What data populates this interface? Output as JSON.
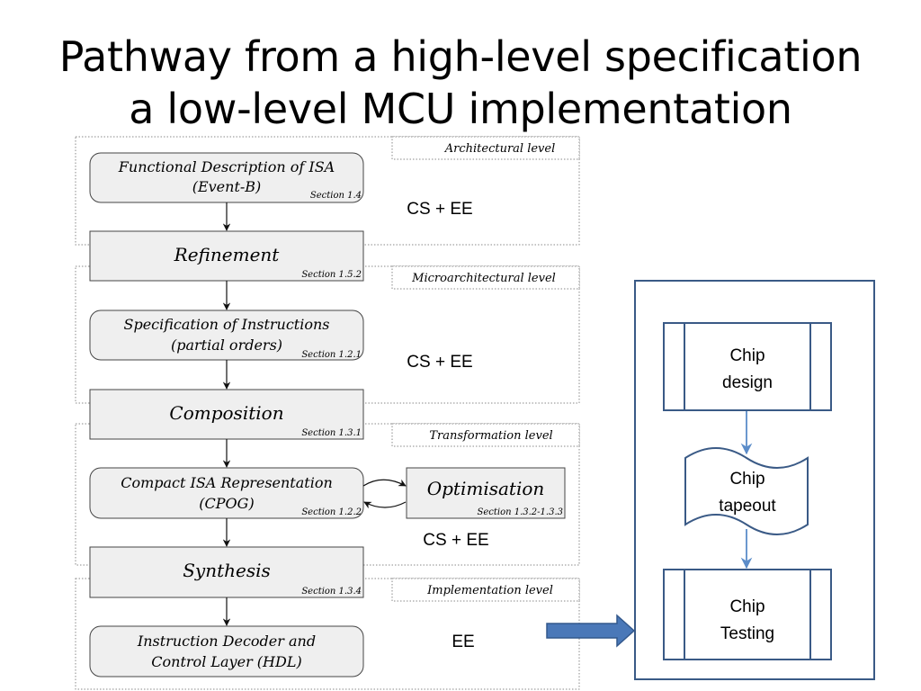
{
  "title": {
    "line1": "Pathway from a high-level specification",
    "line2": "a low-level MCU implementation"
  },
  "levels": [
    {
      "label": "Architectural level"
    },
    {
      "label": "Microarchitectural level"
    },
    {
      "label": "Transformation level"
    },
    {
      "label": "Implementation level"
    }
  ],
  "boxes": {
    "functional": {
      "line1": "Functional Description of ISA",
      "line2": "(Event-B)",
      "section": "Section 1.4"
    },
    "refinement": {
      "label": "Refinement",
      "section": "Section 1.5.2"
    },
    "specification": {
      "line1": "Specification of Instructions",
      "line2": "(partial orders)",
      "section": "Section 1.2.1"
    },
    "composition": {
      "label": "Composition",
      "section": "Section 1.3.1"
    },
    "compact": {
      "line1": "Compact ISA Representation",
      "line2": "(CPOG)",
      "section": "Section 1.2.2"
    },
    "optimisation": {
      "label": "Optimisation",
      "section": "Section 1.3.2-1.3.3"
    },
    "synthesis": {
      "label": "Synthesis",
      "section": "Section 1.3.4"
    },
    "decoder": {
      "line1": "Instruction Decoder and",
      "line2": "Control Layer (HDL)"
    }
  },
  "annotations": [
    "CS + EE",
    "CS + EE",
    "CS + EE",
    "EE"
  ],
  "chip": {
    "design": {
      "line1": "Chip",
      "line2": "design"
    },
    "tapeout": {
      "line1": "Chip",
      "line2": "tapeout"
    },
    "testing": {
      "line1": "Chip",
      "line2": "Testing"
    }
  },
  "colors": {
    "flow_border": "#3a5a86",
    "flow_arrow": "#5b8cc9",
    "big_arrow_fill": "#4a78b8",
    "big_arrow_stroke": "#33588c",
    "box_fill": "#efefef",
    "box_stroke": "#444444",
    "dotted": "#8a8a8a"
  }
}
